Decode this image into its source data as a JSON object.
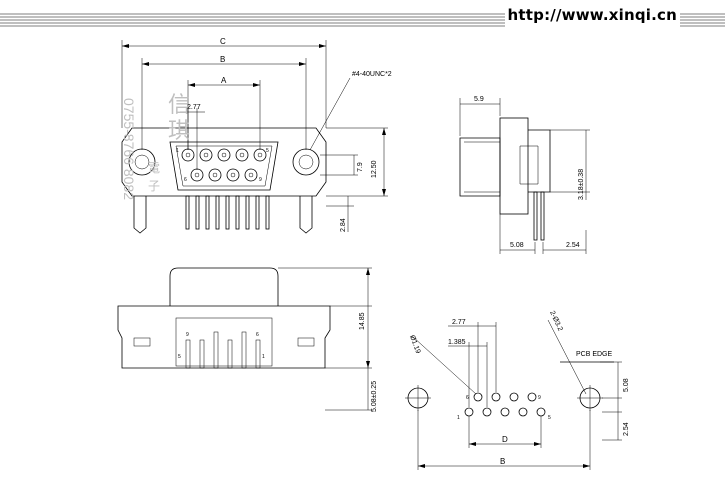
{
  "header": {
    "url": "http://www.xinqi.cn"
  },
  "watermark": {
    "phone": "0755-8766 8082",
    "chars": [
      "信",
      "琪",
      "電",
      "子"
    ]
  },
  "front_view": {
    "dims": {
      "c": "C",
      "b": "B",
      "a": "A",
      "pitch": "2.77",
      "thread": "#4-40UNC*2",
      "h1": "7.9",
      "h2": "12.50",
      "h3": "2.84"
    },
    "pins": {
      "p1": "1",
      "p5": "5",
      "p6": "6",
      "p9": "9"
    }
  },
  "side_view": {
    "dims": {
      "top": "5.9",
      "vert": "3.18±0.38",
      "bottom1": "5.08",
      "bottom2": "2.54"
    }
  },
  "bottom_view": {
    "dims": {
      "height": "14.85",
      "offset": "5.08±0.25"
    },
    "pins": {
      "p9": "9",
      "p5": "5",
      "p6": "6",
      "p1": "1"
    }
  },
  "pcb_view": {
    "dims": {
      "pitch": "2.77",
      "half_pitch": "1.385",
      "hole": "Ø1.19",
      "mount": "2-Ø3.2",
      "edge": "PCB EDGE",
      "v1": "5.08",
      "v2": "2.54",
      "d": "D",
      "b": "B"
    },
    "pins": {
      "p6": "6",
      "p9": "9",
      "p1": "1",
      "p5": "5"
    }
  }
}
